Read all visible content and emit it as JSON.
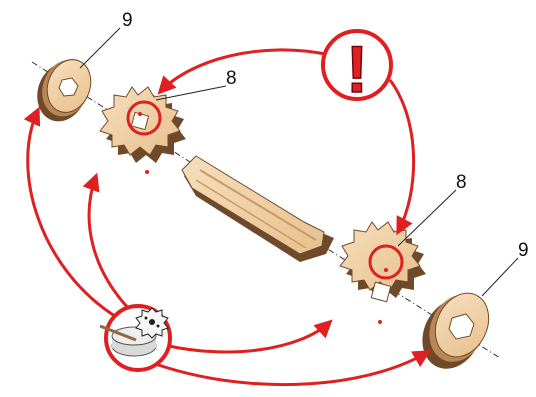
{
  "diagram": {
    "part_labels": {
      "washer_left": "9",
      "gear_left": "8",
      "gear_right": "8",
      "washer_right": "9"
    },
    "warning_symbol": "!",
    "icons": [
      "warning-exclamation-icon",
      "glue-pot-icon"
    ],
    "colors": {
      "arrow_red": "#e02020",
      "wood_light": "#f1d1a6",
      "wood_dark": "#6f4a2a",
      "warning_fill": "#e11f25"
    }
  }
}
